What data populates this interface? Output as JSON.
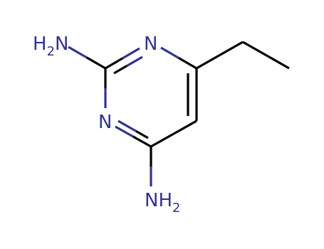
{
  "molecule": {
    "atoms": {
      "amine_top": {
        "main": "H",
        "sub": "2",
        "tail": "N"
      },
      "ring_n_top": {
        "label": "N"
      },
      "ring_n_left": {
        "label": "N"
      },
      "amine_bottom": {
        "main": "NH",
        "sub": "2"
      }
    },
    "colors": {
      "carbon_bond": "#000000",
      "nitrogen": "#33338f"
    }
  }
}
